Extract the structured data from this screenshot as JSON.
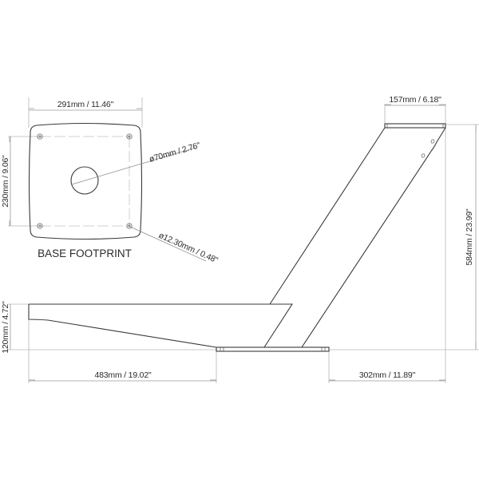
{
  "drawing": {
    "type": "technical-dimension-drawing",
    "subject": "angled pedestal mount",
    "colors": {
      "background": "#ffffff",
      "outline": "#3a3a3a",
      "dimension_lines": "#9a9a9a",
      "text": "#2b2b2b"
    }
  },
  "base_footprint": {
    "title": "BASE FOOTPRINT",
    "width_label": "291mm / 11.46\"",
    "height_label": "230mm / 9.06\"",
    "center_hole_label": "ø70mm / 2.76\"",
    "bolt_hole_label": "ø12.30mm / 0.48\"",
    "bolt_holes": 4
  },
  "side_view": {
    "top_plate_width_label": "157mm / 6.18\"",
    "overall_height_label": "584mm / 23.99\"",
    "platform_height_label": "120mm / 4.72\"",
    "platform_length_label": "483mm / 19.02\"",
    "base_offset_label": "302mm / 11.89\""
  }
}
